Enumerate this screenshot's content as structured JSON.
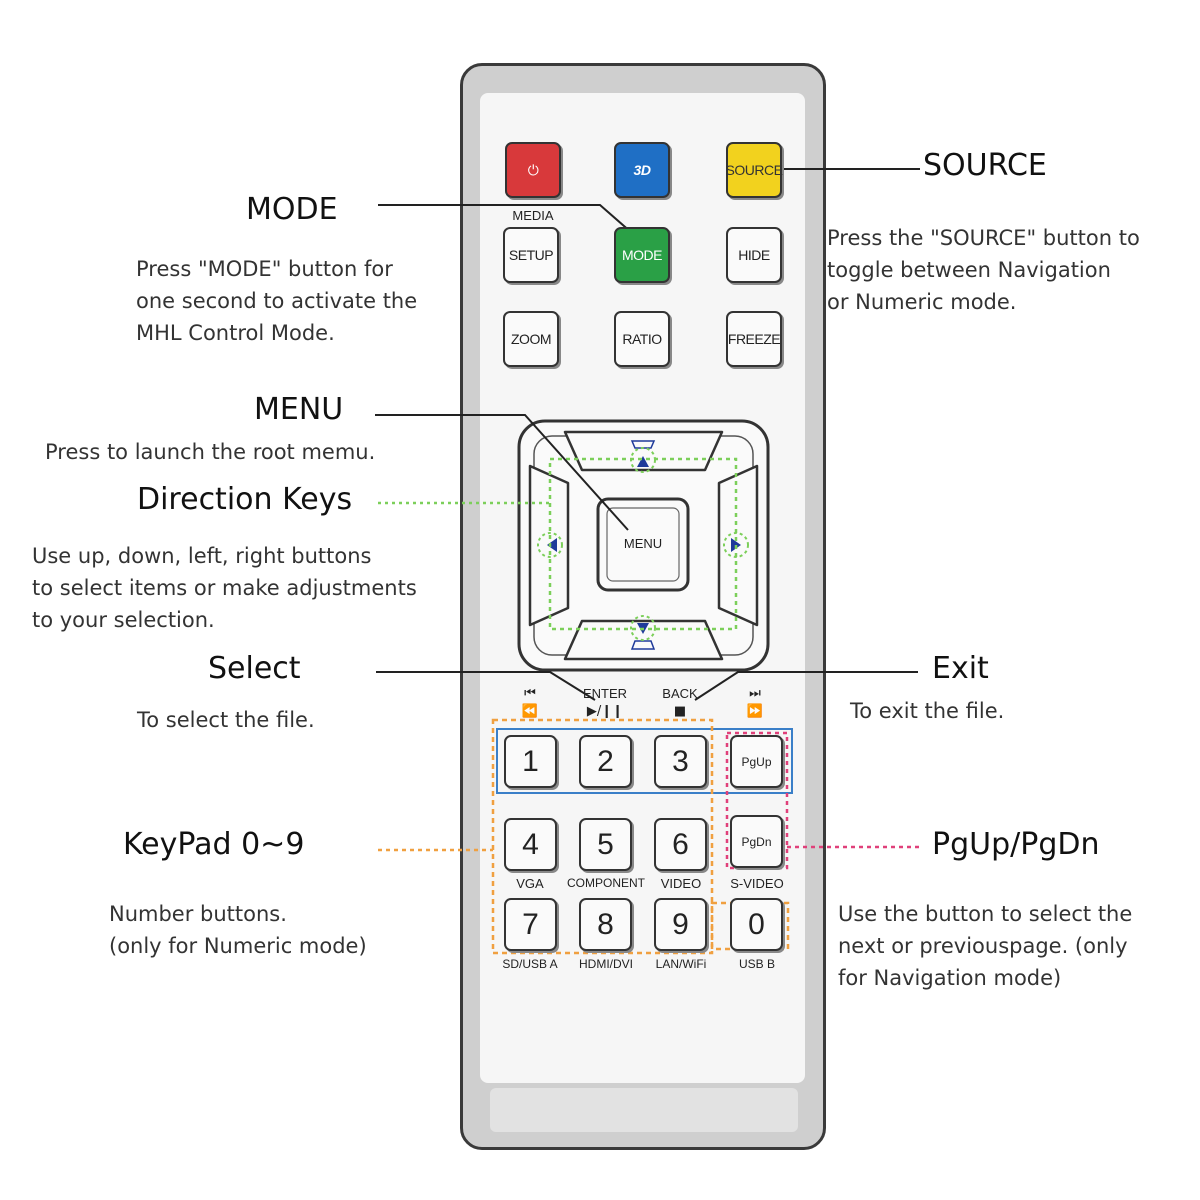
{
  "remote": {
    "top_buttons": [
      {
        "name": "power-button",
        "label": "⏻",
        "color": "#d8393b"
      },
      {
        "name": "3d-button",
        "label": "3D",
        "color": "#1f6fc5"
      },
      {
        "name": "source-button",
        "label": "SOURCE",
        "color": "#f2d21e"
      }
    ],
    "media_label": "MEDIA",
    "row2": [
      {
        "name": "setup-button",
        "label": "SETUP"
      },
      {
        "name": "mode-button",
        "label": "MODE",
        "color": "#2aa046"
      },
      {
        "name": "hide-button",
        "label": "HIDE"
      }
    ],
    "row3": [
      {
        "name": "zoom-button",
        "label": "ZOOM"
      },
      {
        "name": "ratio-button",
        "label": "RATIO"
      },
      {
        "name": "freeze-button",
        "label": "FREEZE"
      }
    ],
    "menu_label": "MENU",
    "enter_label": "ENTER",
    "back_label": "BACK",
    "prev_symbols": [
      "⏮",
      "⏪"
    ],
    "play_pause_symbol": "▶/❙❙",
    "stop_symbol": "■",
    "next_symbols": [
      "⏭",
      "⏩"
    ],
    "keypad": [
      {
        "digit": "1",
        "sub": ""
      },
      {
        "digit": "2",
        "sub": ""
      },
      {
        "digit": "3",
        "sub": ""
      },
      {
        "digit": "4",
        "sub": "VGA"
      },
      {
        "digit": "5",
        "sub": "COMPONENT"
      },
      {
        "digit": "6",
        "sub": "VIDEO"
      },
      {
        "digit": "7",
        "sub": "SD/USB A"
      },
      {
        "digit": "8",
        "sub": "HDMI/DVI"
      },
      {
        "digit": "9",
        "sub": "LAN/WiFi"
      },
      {
        "digit": "0",
        "sub": "USB B"
      }
    ],
    "pgup_label": "PgUp",
    "pgdn_label": "PgDn",
    "pgdn_sub": "S-VIDEO"
  },
  "callouts": {
    "mode": {
      "title": "MODE",
      "lines": [
        "Press \"MODE\" button for",
        "one second to activate the",
        "MHL Control Mode."
      ]
    },
    "source": {
      "title": "SOURCE",
      "lines": [
        "Press the \"SOURCE\" button to",
        "toggle between Navigation",
        "or Numeric mode."
      ]
    },
    "menu": {
      "title": "MENU",
      "lines": [
        "Press to launch the root memu."
      ]
    },
    "direction": {
      "title": "Direction Keys",
      "lines": [
        "Use up, down, left, right buttons",
        "to select items or make adjustments",
        "to your selection."
      ]
    },
    "select": {
      "title": "Select",
      "lines": [
        "To select the file."
      ]
    },
    "exit": {
      "title": "Exit",
      "lines": [
        "To exit the file."
      ]
    },
    "keypad": {
      "title": "KeyPad 0~9",
      "lines": [
        "Number buttons.",
        "(only for Numeric mode)"
      ]
    },
    "pgupdn": {
      "title": "PgUp/PgDn",
      "lines": [
        "Use the button to select the",
        "next or previouspage. (only",
        "for Navigation mode)"
      ]
    }
  },
  "colors": {
    "direction_highlight": "#7ccf5a",
    "keypad_highlight": "#f0a040",
    "pgupdn_highlight": "#e0407a",
    "navigation_highlight": "#3a7fc8"
  }
}
